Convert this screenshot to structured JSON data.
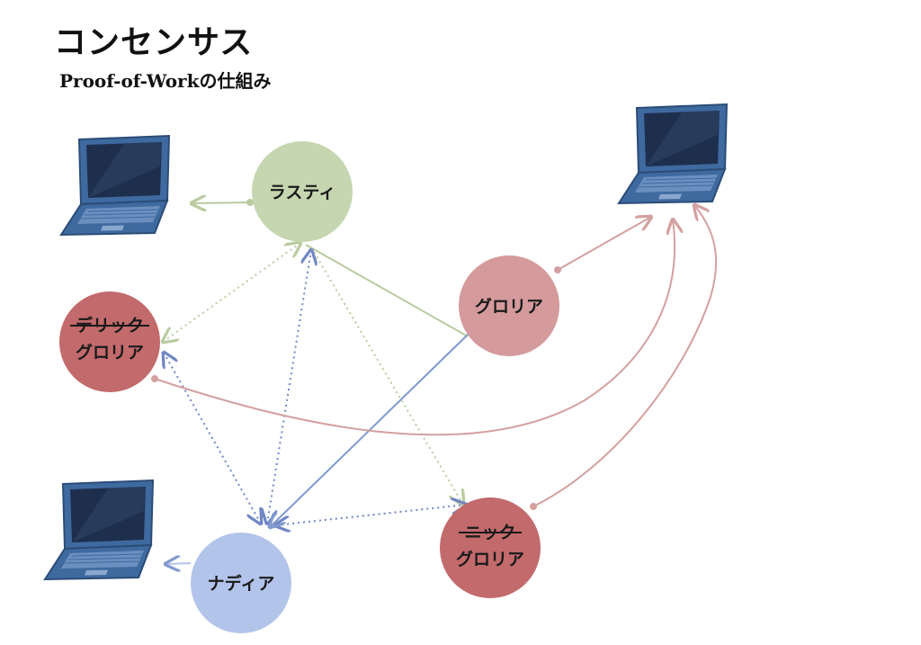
{
  "header": {
    "title": "コンセンサス",
    "subtitle": "Proof-of-Workの仕組み"
  },
  "nodes": {
    "rusty": {
      "label": "ラスティ",
      "color": "#c5d6b0"
    },
    "gloria": {
      "label": "グロリア",
      "color": "#d49a9c"
    },
    "derrick": {
      "line1": "デリック",
      "line2": "グロリア",
      "color": "#c26a6c"
    },
    "nick": {
      "line1": "ニック",
      "line2": "グロリア",
      "color": "#c26a6c"
    },
    "nadia": {
      "label": "ナディア",
      "color": "#b3c4ea"
    }
  },
  "colors": {
    "green_arrow": "#b9cba0",
    "red_arrow": "#d4a0a0",
    "blue_arrow": "#8099cf",
    "laptop_body": "#3f6aa0",
    "laptop_screen": "#1e2f4d"
  },
  "icons": [
    "laptop-icon"
  ]
}
